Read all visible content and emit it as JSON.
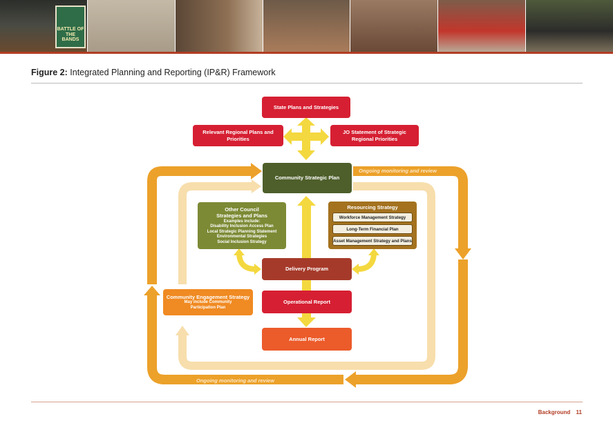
{
  "banner": {
    "tiles": [
      {
        "name": "photo-stage-band",
        "color": "#3a3a36"
      },
      {
        "name": "photo-skate-park",
        "color": "#b0a593"
      },
      {
        "name": "photo-library",
        "color": "#6f5642"
      },
      {
        "name": "photo-musician",
        "color": "#8a6a4e"
      },
      {
        "name": "photo-henna-art",
        "color": "#8f6e57"
      },
      {
        "name": "photo-dancer",
        "color": "#b02f2a"
      },
      {
        "name": "photo-volunteers",
        "color": "#5c6a45"
      }
    ],
    "poster_text": "BATTLE OF THE BANDS"
  },
  "figure": {
    "label": "Figure 2:",
    "title": "Integrated Planning and Reporting (IP&R) Framework"
  },
  "diagram": {
    "state_plans": "State Plans and Strategies",
    "regional_plans": "Relevant Regional Plans and Priorities",
    "jo_statement": "JO Statement of Strategic Regional Priorities",
    "community_strategic_plan": "Community Strategic Plan",
    "monitoring_top": "Ongoing monitoring and review",
    "monitoring_bottom": "Ongoing monitoring and review",
    "other_council": {
      "title": "Other Council Strategies and Plans",
      "examples_label": "Examples include:",
      "items": [
        "Disability Inclusion Access Plan",
        "Local Strategic Planning Statement",
        "Environmental Strategies",
        "Social Inclusion Strategy"
      ]
    },
    "resourcing": {
      "title": "Resourcing Strategy",
      "items": [
        "Workforce Management Strategy",
        "Long-Term Financial Plan",
        "Asset Management Strategy and Plans"
      ]
    },
    "delivery_program": "Delivery Program",
    "operational_report": "Operational Report",
    "annual_report": "Annual Report",
    "community_engagement": {
      "title": "Community Engagement Strategy",
      "note": "May include Community Participation Plan"
    }
  },
  "footer": {
    "section": "Background",
    "page": "11"
  },
  "colors": {
    "accent_red": "#d61f32",
    "banner_rule": "#b23d24",
    "arrow_orange": "#eca12a",
    "arrow_light": "#f7deac",
    "arrow_yellow": "#f4d83f"
  }
}
